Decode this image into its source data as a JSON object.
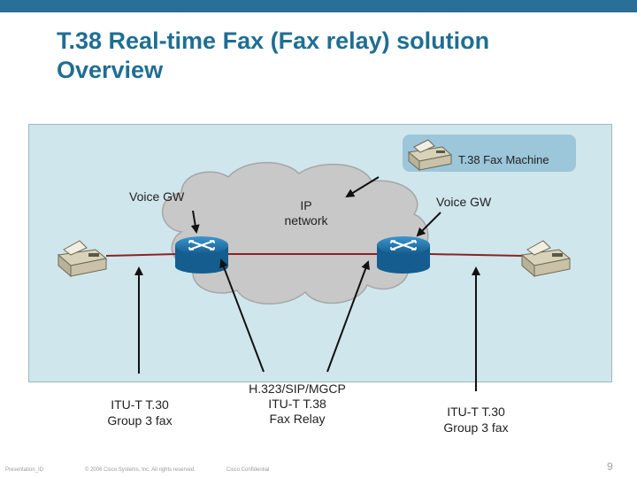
{
  "slide": {
    "title_line1": "T.38 Real-time Fax (Fax relay) solution",
    "title_line2": "Overview"
  },
  "diagram": {
    "fax_machine_label": "T.38 Fax Machine",
    "voice_gw_left": "Voice GW",
    "voice_gw_right": "Voice GW",
    "ip_network_line1": "IP",
    "ip_network_line2": "network"
  },
  "callouts": {
    "left_line1": "ITU-T T.30",
    "left_line2": "Group 3 fax",
    "middle_line1": "H.323/SIP/MGCP",
    "middle_line2": "ITU-T T.38",
    "middle_line3": "Fax Relay",
    "right_line1": "ITU-T T.30",
    "right_line2": "Group 3 fax"
  },
  "footer": {
    "presentation_id": "Presentation_ID",
    "copyright": "© 2006 Cisco Systems, Inc. All rights reserved.",
    "confidential": "Cisco Confidential",
    "page_number": "9"
  },
  "colors": {
    "title": "#1f6e93",
    "top_bar": "#2a6f97",
    "diagram_bg": "#cfe6ec",
    "fax_box_bg": "#9cc6d9",
    "cloud": "#c8c8c8",
    "router": "#1d78b4",
    "link_line": "#8b2323"
  }
}
